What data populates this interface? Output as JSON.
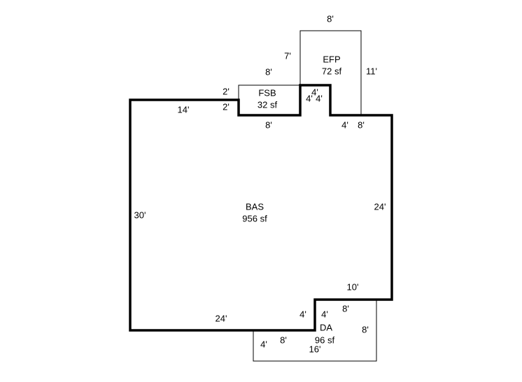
{
  "areas": {
    "bas": {
      "code": "BAS",
      "area": "956 sf"
    },
    "efp": {
      "code": "EFP",
      "area": "72 sf"
    },
    "fsb": {
      "code": "FSB",
      "area": "32 sf"
    },
    "da": {
      "code": "DA",
      "area": "96 sf"
    }
  },
  "dimensions": {
    "bas_left": "30'",
    "bas_top_left": "14'",
    "fsb_left_top": "2'",
    "fsb_left_bottom": "2'",
    "fsb_top": "8'",
    "fsb_bottom": "8'",
    "efp_top": "8'",
    "efp_left": "7'",
    "efp_right": "11'",
    "notch_top": "4'",
    "notch_left": "4'",
    "notch_right": "4'",
    "notch_bottom": "4'",
    "efp_bottom_right": "8'",
    "bas_right": "24'",
    "bas_bottom_right": "10'",
    "bas_bottom": "24'",
    "step_left": "4'",
    "step_inner": "4'",
    "da_top": "8'",
    "da_right": "8'",
    "da_left": "4'",
    "da_bottom_left": "8'",
    "da_bottom": "16'"
  },
  "colors": {
    "line": "#000000",
    "background": "#ffffff"
  }
}
